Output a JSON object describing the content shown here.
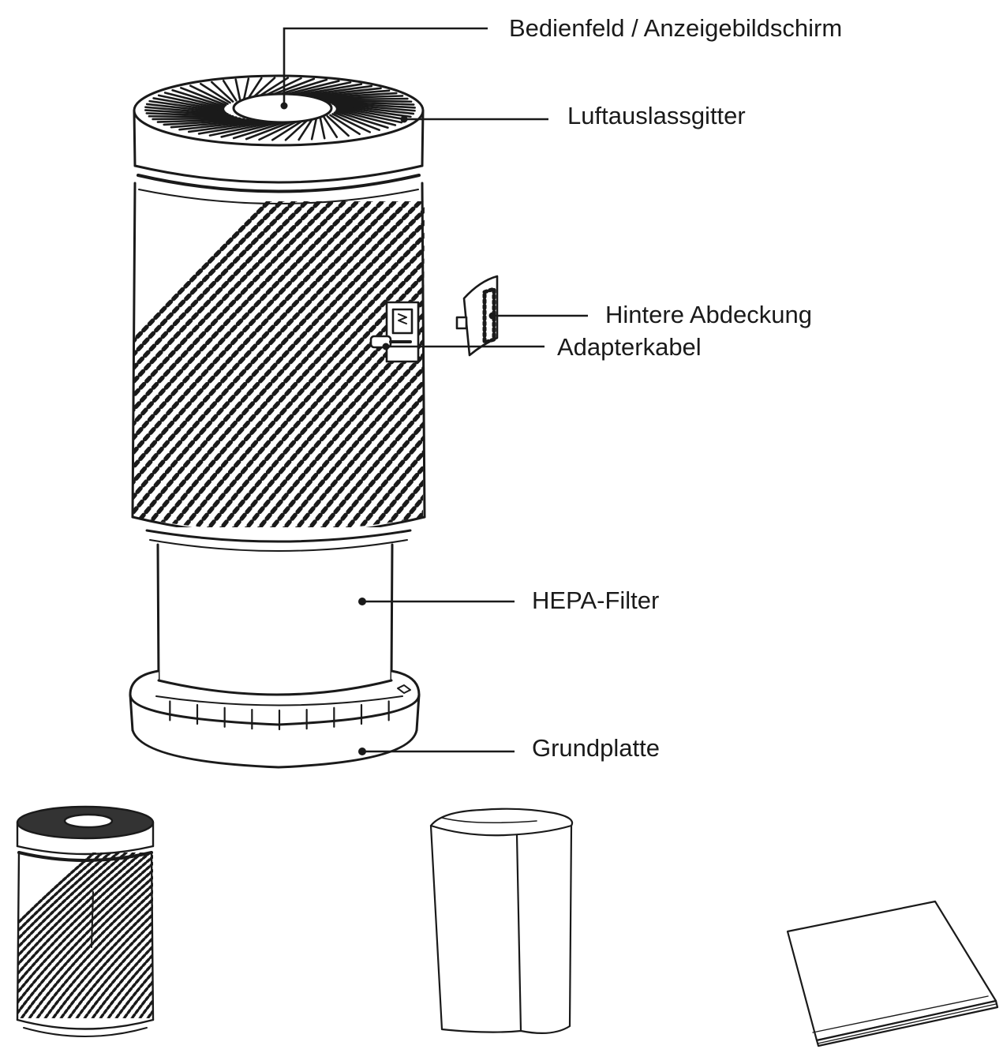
{
  "diagram": {
    "callouts": [
      {
        "id": "control-panel",
        "label": "Bedienfeld / Anzeigebildschirm"
      },
      {
        "id": "outlet-grille",
        "label": "Luftauslassgitter"
      },
      {
        "id": "rear-cover",
        "label": "Hintere Abdeckung"
      },
      {
        "id": "adapter-cable",
        "label": "Adapterkabel"
      },
      {
        "id": "hepa-filter",
        "label": "HEPA-Filter"
      },
      {
        "id": "base-plate",
        "label": "Grundplatte"
      }
    ],
    "accessories": [
      {
        "id": "purifier-unit",
        "icon": "air-purifier-icon"
      },
      {
        "id": "spare-filter",
        "icon": "filter-cartridge-icon"
      },
      {
        "id": "user-manual",
        "icon": "manual-booklet-icon"
      }
    ]
  },
  "colors": {
    "stroke": "#1a1a1a",
    "background": "#ffffff",
    "fill": "#ffffff"
  }
}
